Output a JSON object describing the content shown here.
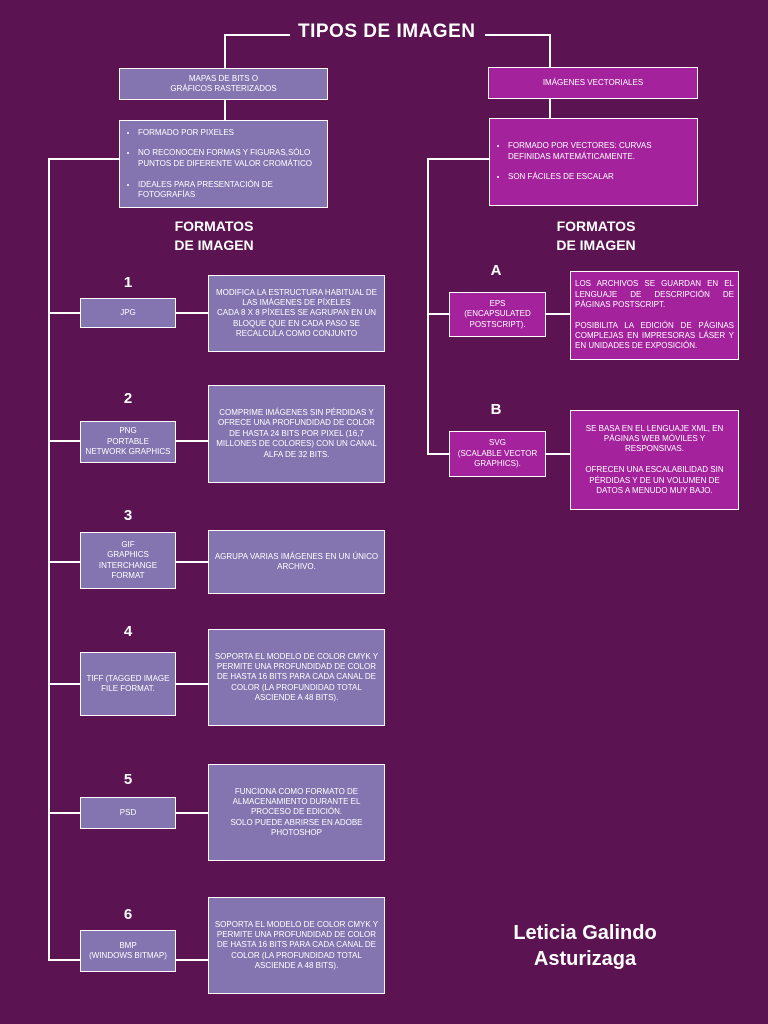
{
  "title": "TIPOS DE IMAGEN",
  "left": {
    "category": "MAPAS DE BITS O\nGRÁFICOS RASTERIZADOS",
    "bullets": [
      "FORMADO POR PIXELES",
      "NO RECONOCEN FORMAS Y FIGURAS,SÓLO PUNTOS DE DIFERENTE VALOR CROMÁTICO",
      "IDEALES PARA PRESENTACIÓN DE FOTOGRAFÍAS"
    ],
    "formats_heading": "FORMATOS\nDE IMAGEN",
    "formats": [
      {
        "num": "1",
        "name": "JPG",
        "desc": "MODIFICA LA ESTRUCTURA HABITUAL DE LAS IMÁGENES DE PÍXELES\nCADA 8 X 8 PÍXELES SE AGRUPAN EN UN BLOQUE QUE EN CADA PASO SE RECALCULA COMO CONJUNTO"
      },
      {
        "num": "2",
        "name": "PNG\nPORTABLE\nNETWORK GRAPHICS",
        "desc": "COMPRIME IMÁGENES SIN PÉRDIDAS Y OFRECE UNA PROFUNDIDAD DE COLOR DE HASTA 24 BITS POR PIXEL (16,7 MILLONES DE COLORES) CON UN CANAL ALFA DE 32 BITS."
      },
      {
        "num": "3",
        "name": "GIF\nGRAPHICS\nINTERCHANGE\nFORMAT",
        "desc": "AGRUPA VARIAS IMÁGENES EN UN ÚNICO ARCHIVO."
      },
      {
        "num": "4",
        "name": "TIFF (TAGGED IMAGE FILE FORMAT.",
        "desc": "SOPORTA EL MODELO DE COLOR CMYK Y PERMITE UNA PROFUNDIDAD DE COLOR DE HASTA 16 BITS PARA CADA CANAL DE COLOR (LA PROFUNDIDAD TOTAL ASCIENDE A 48 BITS)."
      },
      {
        "num": "5",
        "name": "PSD",
        "desc": "FUNCIONA COMO FORMATO DE ALMACENAMIENTO DURANTE EL PROCESO DE EDICIÓN.\nSOLO PUEDE ABRIRSE EN ADOBE PHOTOSHOP"
      },
      {
        "num": "6",
        "name": "BMP\n(WINDOWS BITMAP)",
        "desc": "SOPORTA EL MODELO DE COLOR CMYK Y PERMITE UNA PROFUNDIDAD DE COLOR DE HASTA 16 BITS PARA CADA CANAL DE COLOR (LA PROFUNDIDAD TOTAL ASCIENDE A 48 BITS)."
      }
    ]
  },
  "right": {
    "category": "IMÁGENES VECTORIALES",
    "bullets": [
      "FORMADO POR VECTORES: CURVAS DEFINIDAS MATEMÁTICAMENTE.",
      "SON FÁCILES DE ESCALAR"
    ],
    "formats_heading": "FORMATOS\nDE IMAGEN",
    "formats": [
      {
        "letter": "A",
        "name": "EPS\n(ENCAPSULATED\nPOSTSCRIPT).",
        "desc": "LOS ARCHIVOS SE GUARDAN EN EL LENGUAJE DE DESCRIPCIÓN DE PÁGINAS POSTSCRIPT.\n\nPOSIBILITA LA EDICIÓN DE PÁGINAS COMPLEJAS EN IMPRESORAS LÁSER Y EN UNIDADES DE EXPOSICIÓN."
      },
      {
        "letter": "B",
        "name": "SVG\n(SCALABLE VECTOR\nGRAPHICS).",
        "desc": "SE BASA EN EL LENGUAJE XML, EN PÁGINAS WEB MÓVILES Y RESPONSIVAS.\n\nOFRECEN UNA ESCALABILIDAD SIN PÉRDIDAS Y DE UN VOLUMEN DE DATOS A MENUDO MUY BAJO."
      }
    ]
  },
  "author": "Leticia Galindo\nAsturizaga"
}
